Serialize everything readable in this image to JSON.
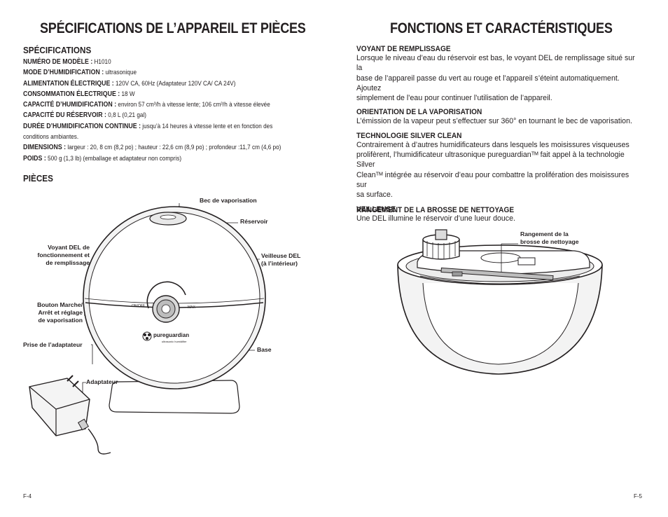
{
  "left": {
    "title": "SPÉCIFICATIONS DE L’APPAREIL ET PIÈCES",
    "specs_heading": "SPÉCIFICATIONS",
    "specs": [
      {
        "key": "NUMÉRO DE MODÈLE :",
        "value": " H1010"
      },
      {
        "key": "MODE D’HUMIDIFICATION :",
        "value": " ultrasonique"
      },
      {
        "key": "ALIMENTATION ÉLECTRIQUE :",
        "value": " 120V CA, 60Hz (Adaptateur 120V CA/ CA 24V)"
      },
      {
        "key": "CONSOMMATION ÉLECTRIQUE :",
        "value": " 18 W"
      },
      {
        "key": "CAPACITÉ D’HUMIDIFICATION :",
        "value": " environ 57 cm³/h à vitesse lente; 106 cm³/h à vitesse élevée"
      },
      {
        "key": "CAPACITÉ DU RÉSERVOIR :",
        "value": " 0,8 L (0,21 gal)"
      },
      {
        "key": "DURÉE D’HUMIDIFICATION CONTINUE :",
        "value": " jusqu’à 14 heures à vitesse lente et en fonction des"
      },
      {
        "key": "",
        "value": "conditions ambiantes."
      },
      {
        "key": "DIMENSIONS :",
        "value": " largeur : 20, 8 cm (8,2 po) ; hauteur : 22,6 cm (8,9 po) ; profondeur :11,7 cm (4,6 po)"
      },
      {
        "key": "POIDS :",
        "value": " 500 g (1,3 lb) (emballage et adaptateur non compris)"
      }
    ],
    "parts_heading": "PIÈCES",
    "labels": {
      "bec": "Bec de vaporisation",
      "reservoir": "Réservoir",
      "voyant_1": "Voyant DEL de",
      "voyant_2": "fonctionnement et",
      "voyant_3": "de remplissage",
      "veilleuse_1": "Veilleuse DEL",
      "veilleuse_2": "(à l’intérieur)",
      "bouton_1": "Bouton Marche/",
      "bouton_2": "Arrêt et réglage",
      "bouton_3": "de vaporisation",
      "prise": "Prise de l’adaptateur",
      "base": "Base",
      "adaptateur": "Adaptateur"
    },
    "device": {
      "brand": "pureguardian",
      "tagline": "ultrasonic humidifier",
      "dial_left": "ON/OFF",
      "dial_right": "MAX"
    },
    "page_number": "F-4"
  },
  "right": {
    "title": "FONCTIONS ET CARACTÉRISTIQUES",
    "sections": [
      {
        "heading": "VOYANT DE REMPLISSAGE",
        "lines": [
          "Lorsque le niveau d’eau du réservoir est bas, le voyant DEL de remplissage situé sur la",
          "base de l’appareil passe du vert au rouge et l’appareil s’éteint automatiquement. Ajoutez",
          "simplement de l’eau pour continuer l’utilisation de l’appareil."
        ]
      },
      {
        "heading": "ORIENTATION DE LA VAPORISATION",
        "lines": [
          "L’émission de la vapeur peut s’effectuer sur 360° en tournant le bec de vaporisation."
        ]
      },
      {
        "heading": "TECHNOLOGIE SILVER CLEAN",
        "lines": [
          "Contrairement à d’autres humidificateurs dans lesquels les moisissures visqueuses",
          "prolifèrent, l’humidificateur ultrasonique pureguardianᵀᴹ fait appel à la technologie Silver",
          "Cleanᵀᴹ intégrée au réservoir d’eau pour combattre la prolifération des moisissures sur",
          "sa surface."
        ]
      },
      {
        "heading": "VEILLEUSE",
        "lines": [
          "Une DEL illumine le réservoir d’une lueur douce."
        ]
      }
    ],
    "storage_heading": "RANGEMENT DE LA BROSSE DE NETTOYAGE",
    "storage_label_1": "Rangement de la",
    "storage_label_2": "brosse de nettoyage",
    "page_number": "F-5"
  }
}
